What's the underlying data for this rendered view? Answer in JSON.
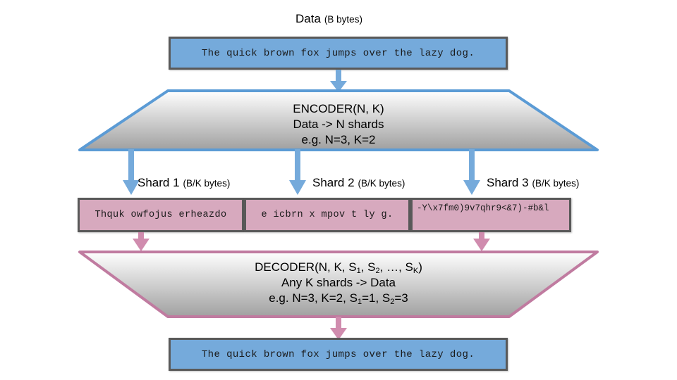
{
  "diagram": {
    "title_top": {
      "main": "Data",
      "note": "(B bytes)"
    },
    "colors": {
      "data_fill": "#75AADB",
      "shard_fill": "#D7A9BE",
      "box_border": "#595959",
      "encoder_border": "#5B9BD5",
      "decoder_border": "#C07BA0",
      "arrow_blue": "#75AADB",
      "arrow_pink": "#D7A9BE",
      "trap_fill_top": "#FFFFFF",
      "trap_fill_bottom": "#A6A6A6"
    },
    "top_data_box": {
      "text": "The quick brown fox jumps over the lazy dog."
    },
    "encoder": {
      "line1": "ENCODER(N, K)",
      "line2": "Data -> N shards",
      "line3": "e.g. N=3, K=2"
    },
    "shard_labels": [
      {
        "main": "Shard 1",
        "note": "(B/K bytes)"
      },
      {
        "main": "Shard 2",
        "note": "(B/K bytes)"
      },
      {
        "main": "Shard 3",
        "note": "(B/K bytes)"
      }
    ],
    "shards": [
      {
        "text": "Thquk owfojus erheazdo"
      },
      {
        "text": "e icbrn x mpov t ly g."
      },
      {
        "text": "-Y\\x7fm0)9v7qhr9<&7)-#b&l"
      }
    ],
    "decoder": {
      "line1_pre": "DECODER(N, K, S",
      "line1_sub1": "1",
      "line1_mid1": ", S",
      "line1_sub2": "2",
      "line1_mid2": ", …, S",
      "line1_sub3": "K",
      "line1_post": ")",
      "line2": "Any K shards -> Data",
      "line3_pre": "e.g. N=3, K=2, S",
      "line3_sub1": "1",
      "line3_mid": "=1, S",
      "line3_sub2": "2",
      "line3_post": "=3"
    },
    "bottom_data_box": {
      "text": "The quick brown fox jumps over the lazy dog."
    },
    "arrows": {
      "data_to_encoder": "arrow-down",
      "encoder_to_shard1": "arrow-down",
      "encoder_to_shard2": "arrow-down",
      "encoder_to_shard3": "arrow-down",
      "shard1_to_decoder": "arrow-down",
      "shard3_to_decoder": "arrow-down",
      "decoder_to_data": "arrow-down"
    }
  }
}
